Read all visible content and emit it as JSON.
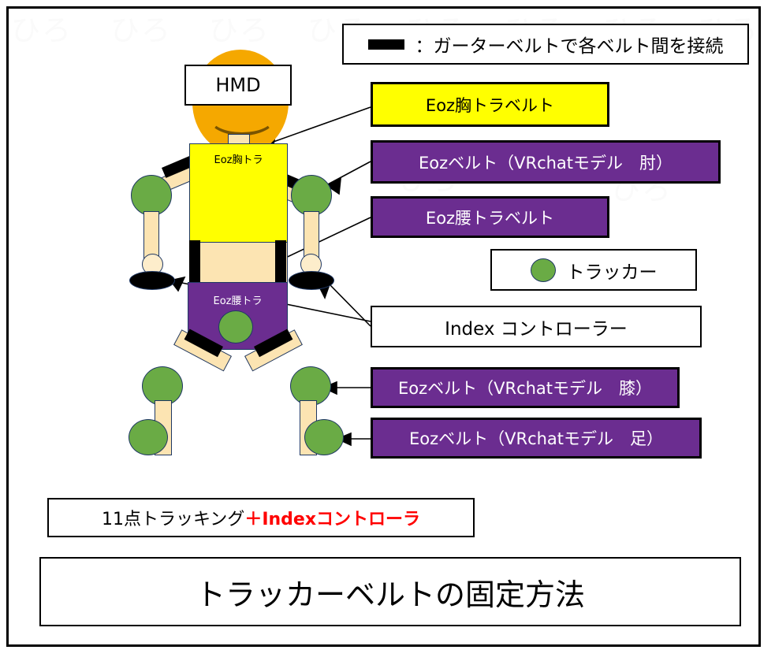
{
  "slide": {
    "title": "トラッカーベルトの固定方法",
    "summary_plain": "11点トラッキング",
    "summary_accent": "＋Indexコントローラ",
    "summary_accent_color": "#FF0000"
  },
  "watermark": {
    "text": "ひろ"
  },
  "legend": {
    "garter": {
      "swatch": "black-bar-icon",
      "label": "：ガーターベルトで各ベルト間を接続"
    },
    "tracker": {
      "swatch": "green-circle-icon",
      "label": "トラッカー",
      "color": "#6AAB45"
    }
  },
  "callouts": [
    {
      "id": "hmd",
      "label": "HMD",
      "style": "white"
    },
    {
      "id": "chest_belt",
      "label": "Eoz胸トラベルト",
      "style": "yellow"
    },
    {
      "id": "elbow_belt",
      "label": "Eozベルト（VRchatモデル　肘）",
      "style": "purple"
    },
    {
      "id": "waist_belt",
      "label": "Eoz腰トラベルト",
      "style": "purple"
    },
    {
      "id": "index_ctrl",
      "label": "Index コントローラー",
      "style": "white"
    },
    {
      "id": "knee_belt",
      "label": "Eozベルト（VRchatモデル　膝）",
      "style": "purple"
    },
    {
      "id": "foot_belt",
      "label": "Eozベルト（VRchatモデル　足）",
      "style": "purple"
    }
  ],
  "figure": {
    "chest_tag": "Eoz胸トラ",
    "hip_tag": "Eoz腰トラ",
    "colors": {
      "head": "#F5A800",
      "skin": "#FCE4B2",
      "chest": "#FFFF00",
      "hip": "#6B2D90",
      "tracker": "#6AAB45",
      "garter": "#000000",
      "outline": "#1F3864"
    },
    "tracker_count": 11
  }
}
